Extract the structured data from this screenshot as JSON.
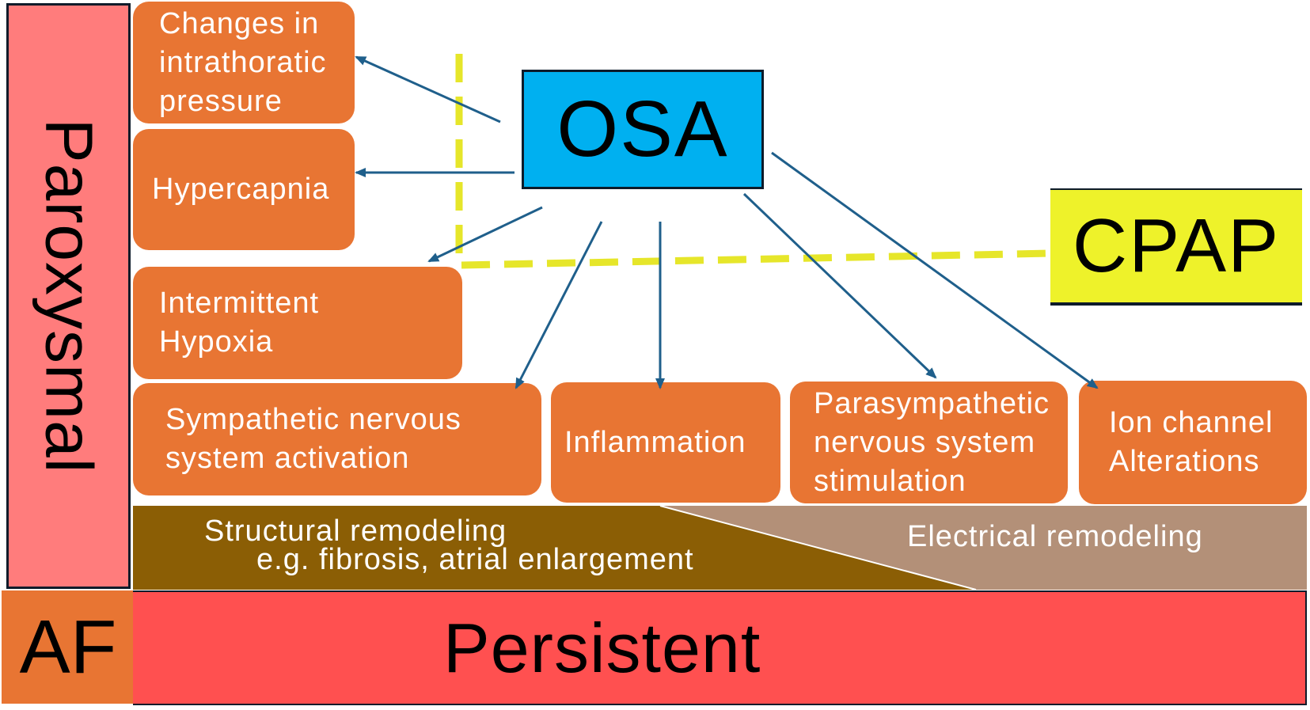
{
  "diagram": {
    "osa": "OSA",
    "cpap": "CPAP",
    "paroxysmal": "Paroxysmal",
    "af": "AF",
    "persistent": "Persistent",
    "mechanisms": {
      "intrathoracic": "Changes in\nintrathoratic\npressure",
      "hypercapnia": "Hypercapnia",
      "hypoxia": "Intermittent\nHypoxia",
      "sympathetic": "Sympathetic nervous\nsystem activation",
      "inflammation": "Inflammation",
      "parasympathetic": "Parasympathetic\nnervous system\nstimulation",
      "ion_channel": "Ion channel\nAlterations"
    },
    "remodeling": {
      "structural_line1": "Structural remodeling",
      "structural_line2": "e.g. fibrosis, atrial enlargement",
      "electrical": "Electrical remodeling"
    }
  },
  "colors": {
    "osa": "#00B0F0",
    "cpap": "#EEF22A",
    "mechanism": "#E87533",
    "paroxysmal": "#FF7C7C",
    "persistent": "#FF5050",
    "structural": "#8B5E05",
    "electrical": "#B39078",
    "arrow": "#1F5F8B",
    "cpap_dash": "#E6E62A"
  }
}
